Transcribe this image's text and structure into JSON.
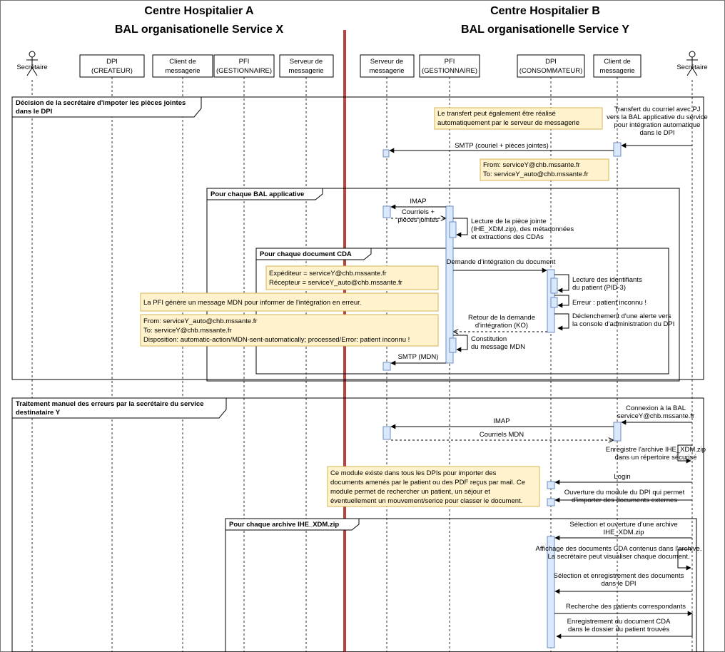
{
  "titles": {
    "a_line1": "Centre Hospitalier A",
    "a_line2": "BAL organisationelle Service X",
    "b_line1": "Centre Hospitalier B",
    "b_line2": "BAL organisationelle Service Y"
  },
  "actors": {
    "secretaire_a": "Secrétaire",
    "secretaire_b": "Secrétaire"
  },
  "participants": [
    {
      "l1": "DPI",
      "l2": "(CREATEUR)"
    },
    {
      "l1": "Client de",
      "l2": "messagerie"
    },
    {
      "l1": "PFI",
      "l2": "(GESTIONNAIRE)"
    },
    {
      "l1": "Serveur de",
      "l2": "messagerie"
    },
    {
      "l1": "Serveur de",
      "l2": "messagerie"
    },
    {
      "l1": "PFI",
      "l2": "(GESTIONNAIRE)"
    },
    {
      "l1": "DPI",
      "l2": "(CONSOMMATEUR)"
    },
    {
      "l1": "Client de",
      "l2": "messagerie"
    }
  ],
  "frames": {
    "f1_l1": "Décision de la secrétaire d'impoter les pièces jointes",
    "f1_l2": "dans le DPI",
    "f2": "Pour chaque BAL applicative",
    "f3": "Pour chaque document CDA",
    "f4_l1": "Traitement manuel des erreurs par la secrétaire du service",
    "f4_l2": "destinataire Y",
    "f5": "Pour chaque archive IHE_XDM.zip"
  },
  "notes": {
    "n1_l1": "Le transfert peut également être réalisé",
    "n1_l2": "automatiquement par le serveur de messagerie",
    "n2_l1": "From: serviceY@chb.mssante.fr",
    "n2_l2": "To: serviceY_auto@chb.mssante.fr",
    "n3_l1": "Expéditeur = serviceY@chb.mssante.fr",
    "n3_l2": "Récepteur = serviceY_auto@chb.mssante.fr",
    "n4": "La PFI génère un message MDN pour informer de l'intégration en erreur.",
    "n5_l1": "From: serviceY_auto@chb.mssante.fr",
    "n5_l2": "To: serviceY@chb.mssante.fr",
    "n5_l3": "Disposition: automatic-action/MDN-sent-automatically; processed/Error: patient inconnu !",
    "n6_l1": "Ce module existe dans tous les DPIs pour importer des",
    "n6_l2": "documents amenés par le patient ou des PDF reçus par mail. Ce",
    "n6_l3": "module permet de rechercher un patient, un séjour et",
    "n6_l4": "éventuellement un mouvement/serice pour classer le document."
  },
  "messages": {
    "m1_l1": "Transfert du courriel avec PJ",
    "m1_l2": "vers la BAL applicative du service",
    "m1_l3": "pour intégration automatique",
    "m1_l4": "dans le DPI",
    "m2": "SMTP (couriel + pièces jointes)",
    "m3": "IMAP",
    "m4_l1": "Courriels +",
    "m4_l2": "pièces jointes",
    "m5_l1": "Lecture de la pièce jointe",
    "m5_l2": "(IHE_XDM.zip), des métadonnées",
    "m5_l3": "et extractions des CDAs",
    "m6": "Demande d'intégration du document",
    "m7_l1": "Lecture des identifiants",
    "m7_l2": "du patient (PID-3)",
    "m8": "Erreur : patient inconnu !",
    "m9_l1": "Déclenchement d'une alerte vers",
    "m9_l2": "la console d'administration du DPI",
    "m10_l1": "Retour de la demande",
    "m10_l2": "d'intégration (KO)",
    "m11_l1": "Constitution",
    "m11_l2": "du message MDN",
    "m12": "SMTP (MDN)",
    "m13_l1": "Connexion à la BAL",
    "m13_l2": "serviceY@chb.mssante.fr",
    "m14": "IMAP",
    "m15": "Courriels MDN",
    "m16_l1": "Enregistre l'archive IHE_XDM.zip",
    "m16_l2": "dans un répertoire sécurisé",
    "m17": "Login",
    "m18_l1": "Ouverture du module du DPI qui permet",
    "m18_l2": "d'importer des documents externes",
    "m19_l1": "Sélection et ouverture d'une archive",
    "m19_l2": "IHE_XDM.zip",
    "m20_l1": "Affichage des documents CDA contenus dans l'archive.",
    "m20_l2": "La secrétaire peut visualiser chaque document.",
    "m21_l1": "Sélection et enregistrement des documents",
    "m21_l2": "dans le DPI",
    "m22": "Recherche des patients correspondants",
    "m23_l1": "Enregistrement du document CDA",
    "m23_l2": "dans le dossier du patient trouvés"
  }
}
